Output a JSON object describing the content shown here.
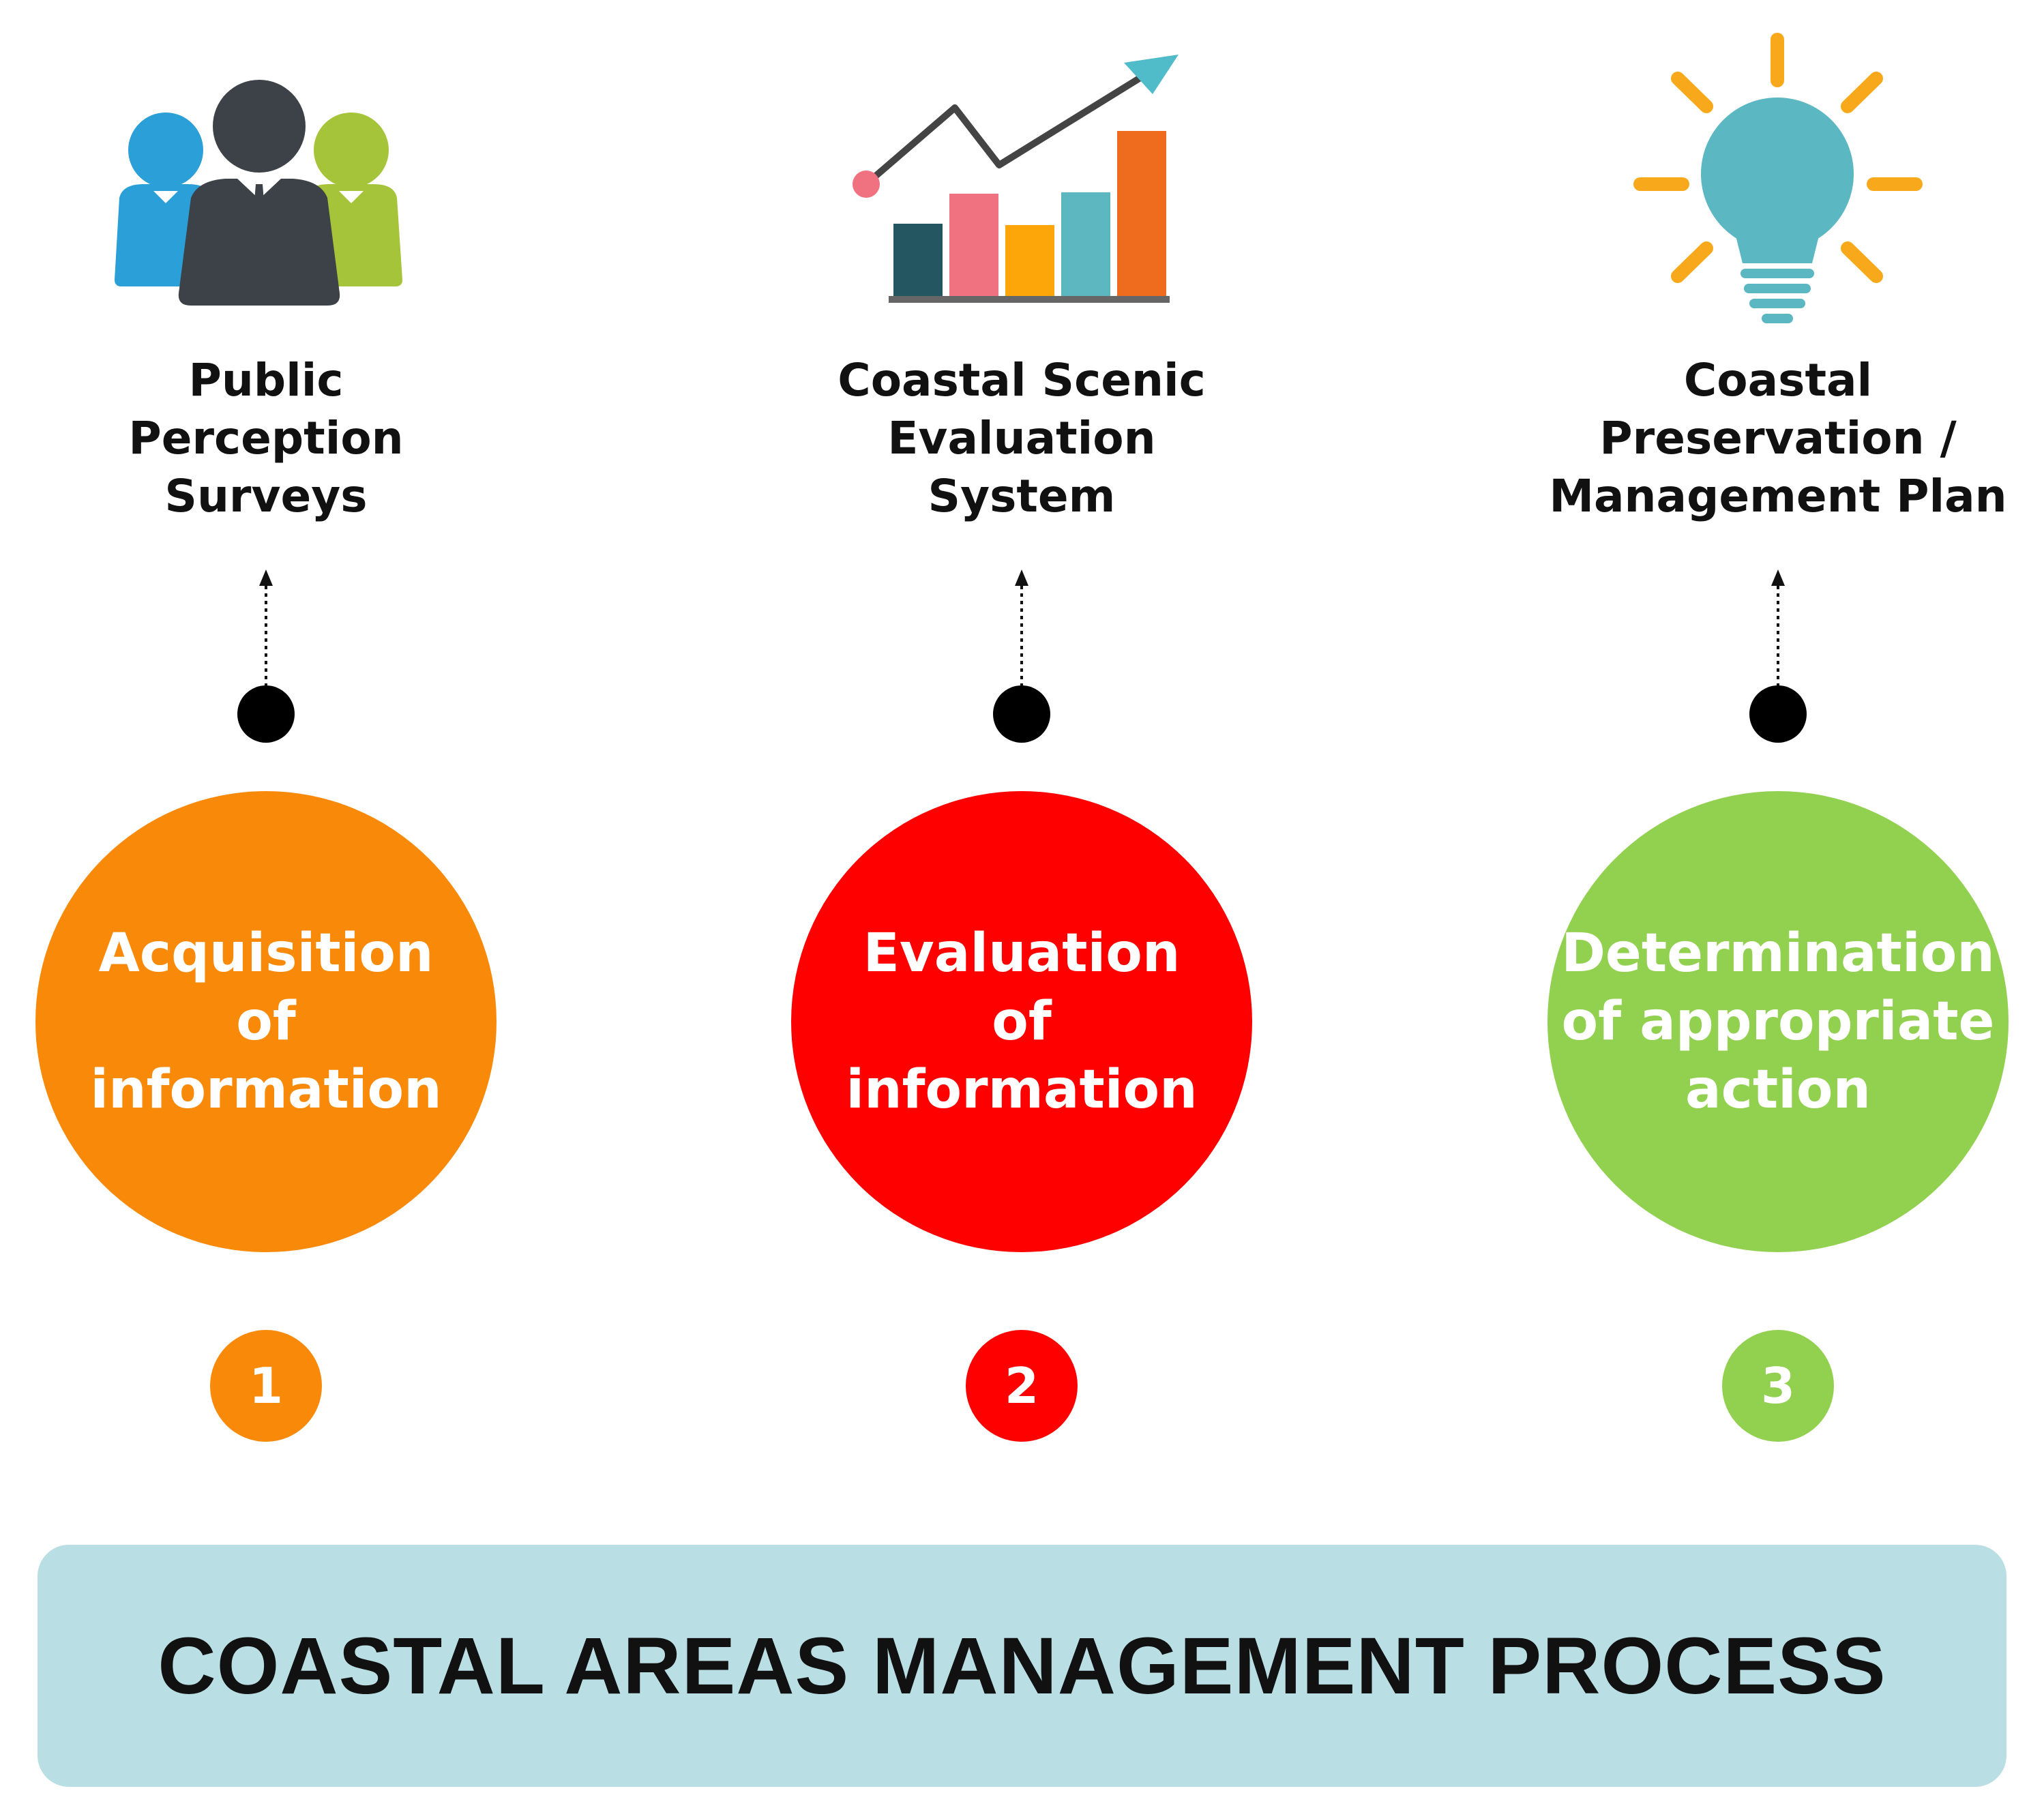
{
  "colors": {
    "orange": "#F98A09",
    "red": "#FE0000",
    "green": "#92D050",
    "footer_bg": "#B9DEE3"
  },
  "steps": [
    {
      "icon": "people-group-icon",
      "caption": [
        "Public",
        "Perception",
        "Surveys"
      ],
      "stage": [
        "Acquisition",
        "of",
        "information"
      ],
      "number": "1"
    },
    {
      "icon": "bar-chart-trend-icon",
      "caption": [
        "Coastal Scenic",
        "Evaluation",
        "System"
      ],
      "stage": [
        "Evaluation",
        "of",
        "information"
      ],
      "number": "2"
    },
    {
      "icon": "lightbulb-icon",
      "caption": [
        "Coastal",
        "Preservation /",
        "Management Plan"
      ],
      "stage": [
        "Determination",
        "of appropriate",
        "action"
      ],
      "number": "3"
    }
  ],
  "footer": {
    "title": "COASTAL AREAS MANAGEMENT PROCESS"
  }
}
